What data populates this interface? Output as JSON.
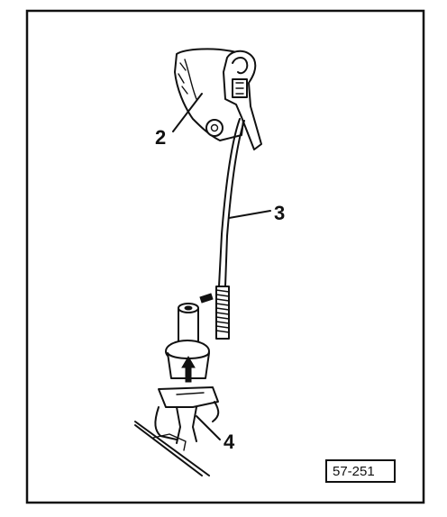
{
  "figure": {
    "id": "57-251"
  },
  "callouts": {
    "c2": "2",
    "c3": "3",
    "c4": "4"
  },
  "colors": {
    "ink": "#111111",
    "paper": "#ffffff"
  }
}
